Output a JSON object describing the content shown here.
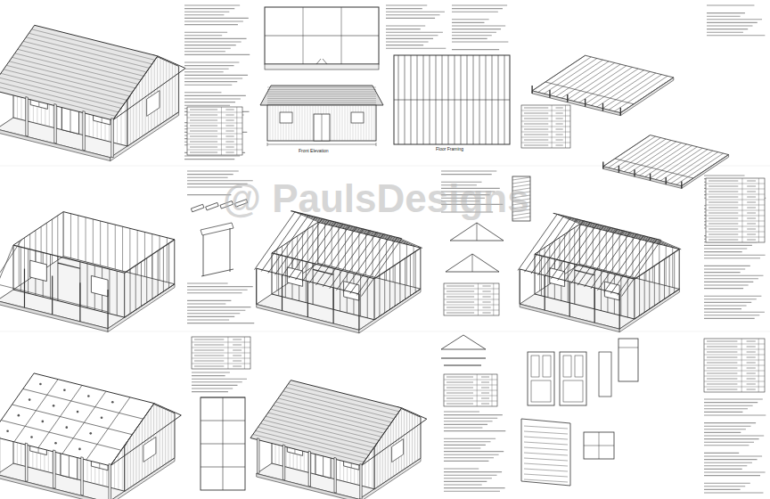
{
  "diagram": {
    "labels": [
      "@ PaulsDesigns",
      "Front Elevation",
      "Floor Framing"
    ]
  }
}
